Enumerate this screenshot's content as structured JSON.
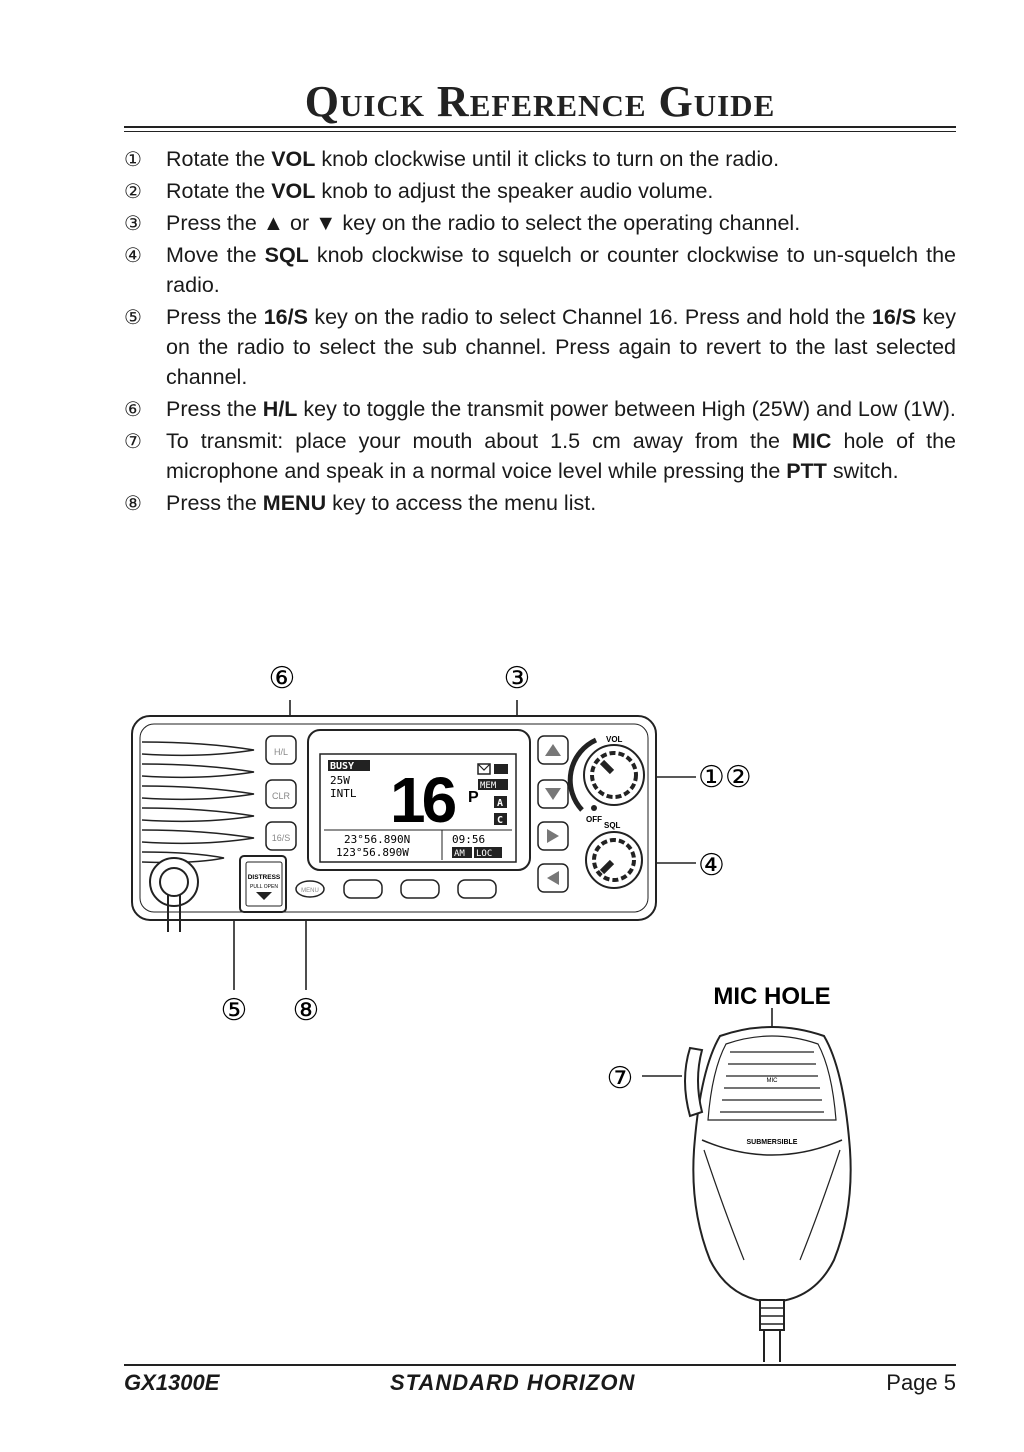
{
  "title": "Quick Reference Guide",
  "steps": [
    {
      "num": "①",
      "parts": [
        {
          "t": "Rotate the "
        },
        {
          "t": "VOL",
          "b": true
        },
        {
          "t": " knob clockwise until it clicks to turn on the radio."
        }
      ]
    },
    {
      "num": "②",
      "parts": [
        {
          "t": "Rotate the "
        },
        {
          "t": "VOL",
          "b": true
        },
        {
          "t": " knob to adjust the speaker audio volume."
        }
      ]
    },
    {
      "num": "③",
      "parts": [
        {
          "t": "Press the ▲ or ▼ key on the radio to select the operating channel."
        }
      ]
    },
    {
      "num": "④",
      "parts": [
        {
          "t": "Move the "
        },
        {
          "t": "SQL",
          "b": true
        },
        {
          "t": " knob clockwise to squelch or counter clockwise to un-squelch the radio."
        }
      ]
    },
    {
      "num": "⑤",
      "parts": [
        {
          "t": "Press the "
        },
        {
          "t": "16/S",
          "b": true
        },
        {
          "t": " key on the radio to select Channel 16. Press and hold the "
        },
        {
          "t": "16/S",
          "b": true
        },
        {
          "t": " key on the radio to select the sub channel. Press again to revert to the last selected channel."
        }
      ]
    },
    {
      "num": "⑥",
      "parts": [
        {
          "t": "Press the "
        },
        {
          "t": "H/L",
          "b": true
        },
        {
          "t": " key to toggle the transmit power between High (25W) and Low (1W)."
        }
      ]
    },
    {
      "num": "⑦",
      "parts": [
        {
          "t": "To transmit: place your mouth about 1.5 cm away from the "
        },
        {
          "t": "MIC",
          "b": true
        },
        {
          "t": " hole of the microphone and speak in a normal voice level while pressing the "
        },
        {
          "t": "PTT",
          "b": true
        },
        {
          "t": " switch."
        }
      ]
    },
    {
      "num": "⑧",
      "parts": [
        {
          "t": "Press the "
        },
        {
          "t": "MENU",
          "b": true
        },
        {
          "t": " key to access the menu list."
        }
      ]
    }
  ],
  "diagram": {
    "callouts": {
      "c6": "⑥",
      "c3": "③",
      "c12": "①②",
      "c4": "④",
      "c5": "⑤",
      "c8": "⑧",
      "c7": "⑦"
    },
    "radio": {
      "keys": {
        "hl": "H/L",
        "clr": "CLR",
        "s16": "16/S",
        "menu": "MENU"
      },
      "distress": "DISTRESS",
      "pull_open": "PULL OPEN",
      "vol_label": "VOL",
      "off_label": "OFF",
      "sql_label": "SQL",
      "lcd": {
        "busy": "BUSY",
        "power": "25W",
        "mode": "INTL",
        "channel": "16",
        "p": "P",
        "mem": "MEM",
        "a": "A",
        "c": "C",
        "lat": "23°56.890N",
        "lon": "123°56.890W",
        "time": "09:56",
        "am": "AM",
        "loc": "LOC"
      }
    },
    "mic_hole_label": "MIC HOLE",
    "mic": {
      "brand_text": "MIC",
      "submersible": "SUBMERSIBLE"
    }
  },
  "footer": {
    "model": "GX1300E",
    "brand": "STANDARD HORIZON",
    "page": "Page 5"
  }
}
